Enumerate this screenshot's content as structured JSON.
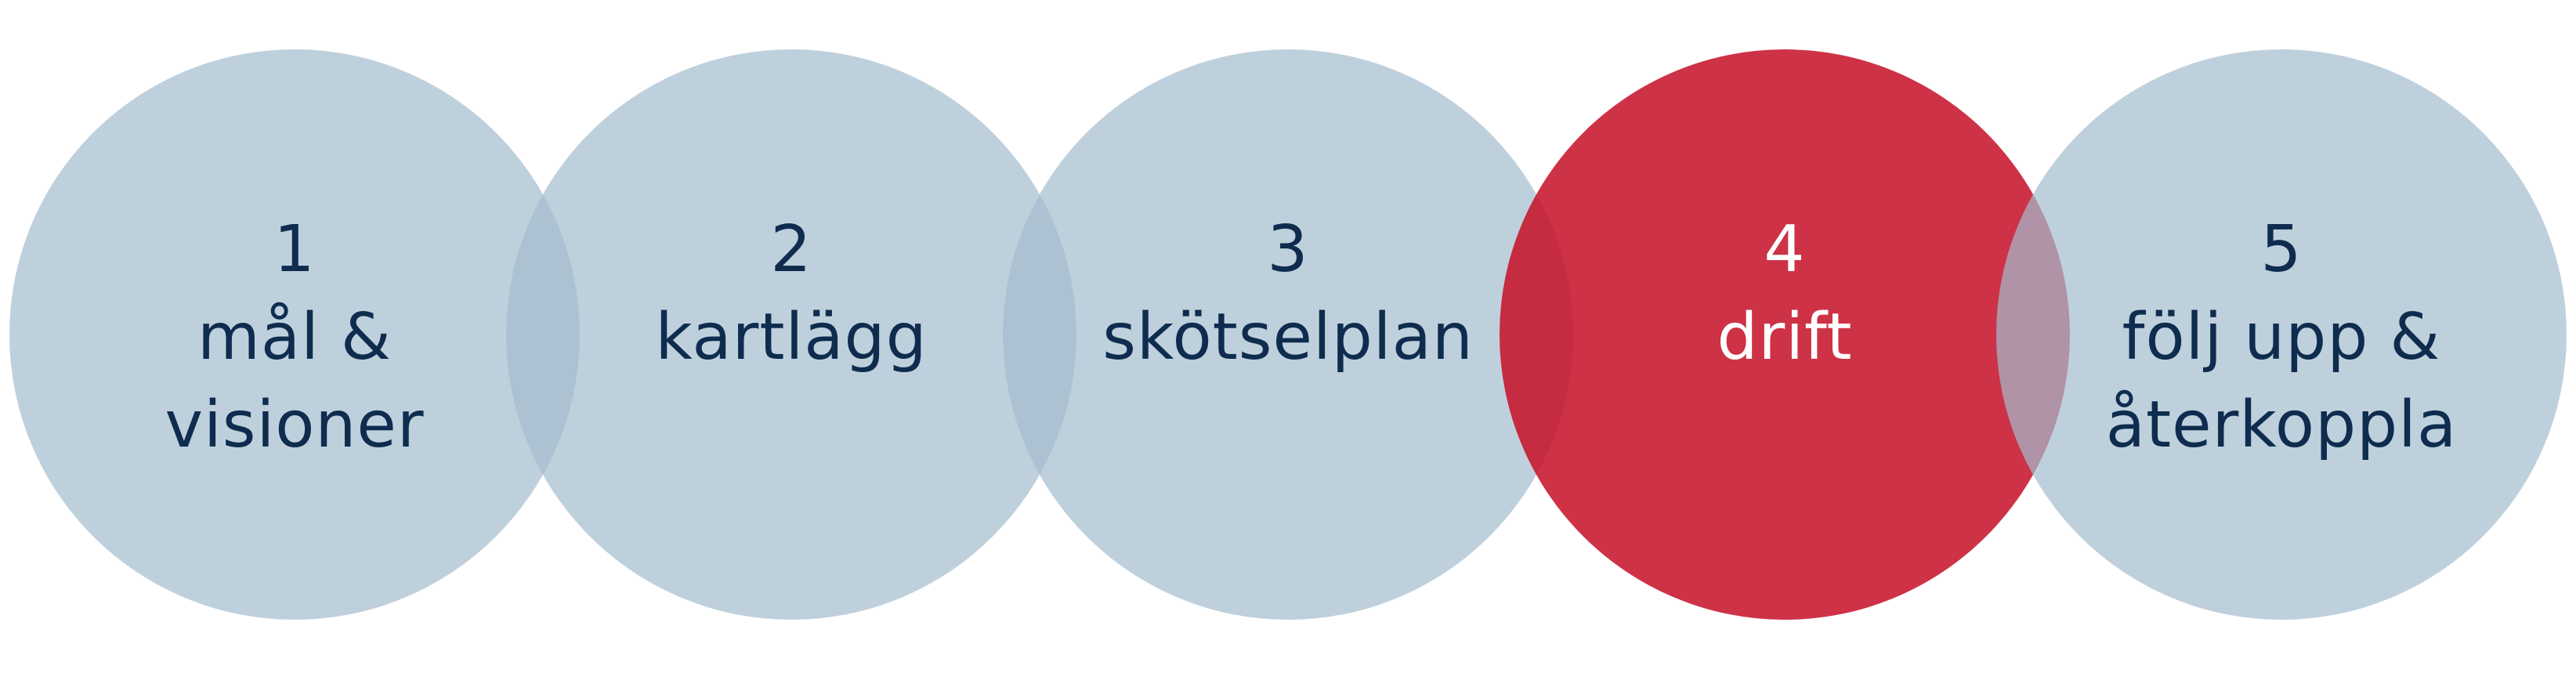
{
  "colors": {
    "inactive_circle": "#a4bcce",
    "active_circle": "#c50e26",
    "inactive_text": "#0e2c4e",
    "active_text": "#ffffff"
  },
  "steps": [
    {
      "number": "1",
      "line1": "mål &",
      "line2": "visioner",
      "active": false
    },
    {
      "number": "2",
      "line1": "kartlägg",
      "line2": "",
      "active": false
    },
    {
      "number": "3",
      "line1": "skötselplan",
      "line2": "",
      "active": false
    },
    {
      "number": "4",
      "line1": "drift",
      "line2": "",
      "active": true
    },
    {
      "number": "5",
      "line1": "följ upp &",
      "line2": "återkoppla",
      "active": false
    }
  ]
}
